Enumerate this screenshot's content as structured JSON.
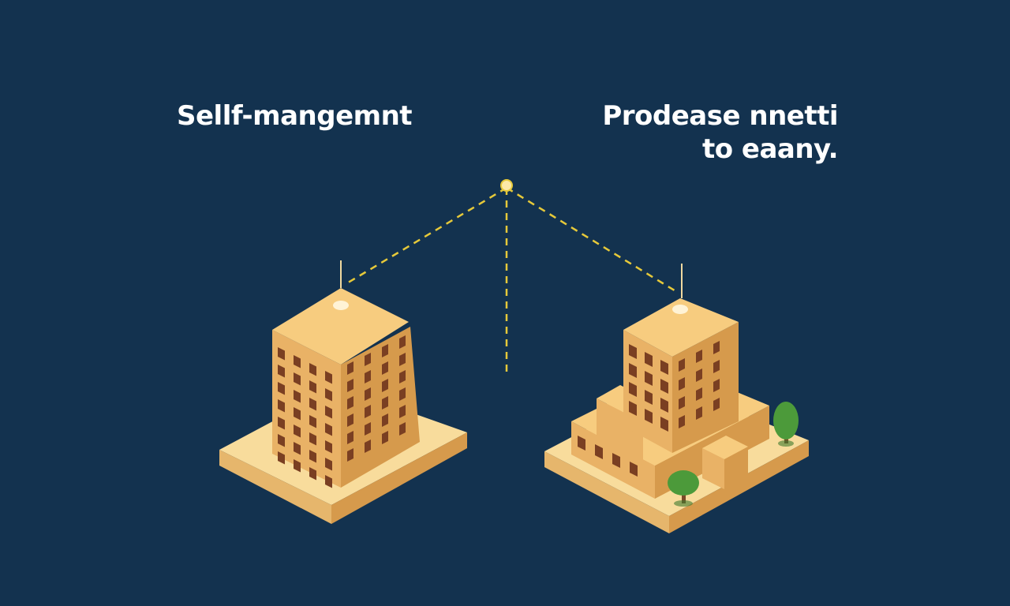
{
  "background_color": "#13324f",
  "connector_color": "#e6c93a",
  "building_colors": {
    "top": "#f7cc7f",
    "left_face": "#e9b266",
    "right_face": "#d69a4c",
    "window": "#7a3f22",
    "base_top": "#f8dc9c",
    "base_side": "#e6b66c"
  },
  "tree_color": "#4c9a3a",
  "labels": {
    "left": "Sellf-mangemnt",
    "right_line1": "Prodease nnetti",
    "right_line2": "to eaany."
  },
  "icons": {
    "hub": "hub-node-icon",
    "left_building": "apartment-tower-icon",
    "right_building": "terraced-complex-icon",
    "tree": "tree-icon"
  }
}
